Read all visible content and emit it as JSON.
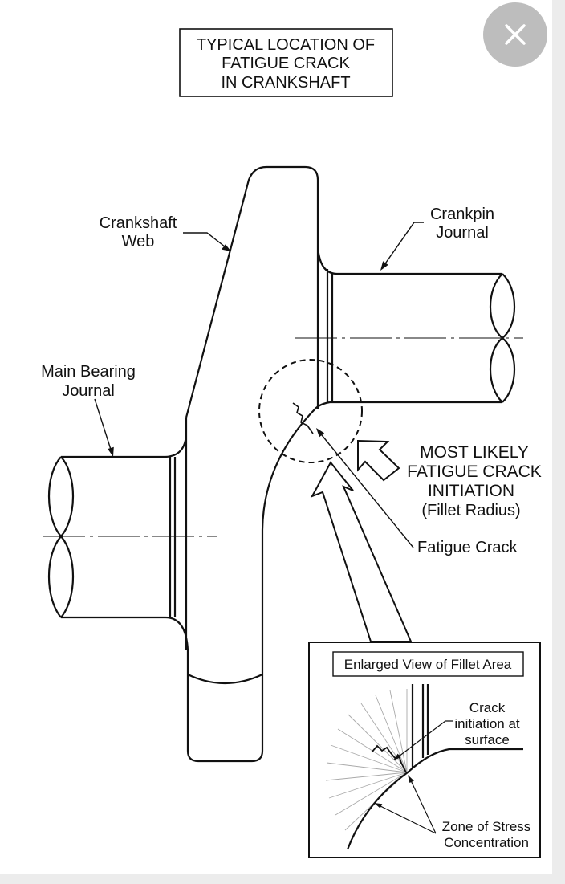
{
  "title_lines": [
    "TYPICAL LOCATION OF",
    "FATIGUE CRACK",
    "IN CRANKSHAFT"
  ],
  "labels": {
    "web": [
      "Crankshaft",
      "Web"
    ],
    "crankpin": [
      "Crankpin",
      "Journal"
    ],
    "main_bearing": [
      "Main Bearing",
      "Journal"
    ],
    "most_likely": [
      "MOST LIKELY",
      "FATIGUE CRACK",
      "INITIATION",
      "(Fillet Radius)"
    ],
    "fatigue_crack": "Fatigue Crack"
  },
  "inset": {
    "title": "Enlarged View of Fillet Area",
    "crack_initiation": [
      "Crack",
      "initiation at",
      "surface"
    ],
    "stress_zone": [
      "Zone of Stress",
      "Concentration"
    ]
  },
  "close_icon": "close-icon",
  "colors": {
    "line": "#111111",
    "close_button": "#bdbdbd",
    "close_glyph": "#ffffff",
    "edge": "#ececec"
  }
}
